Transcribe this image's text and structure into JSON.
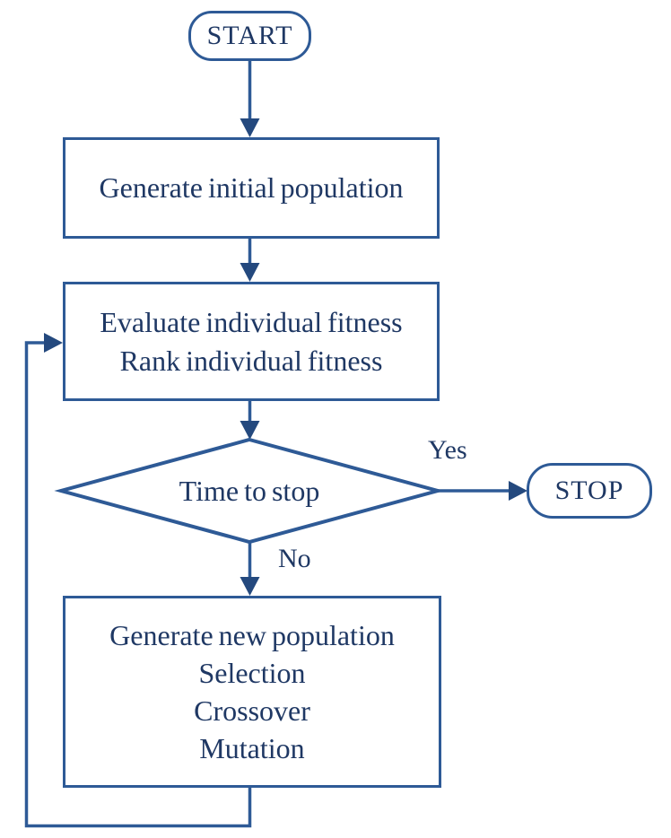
{
  "diagram": {
    "kind": "flowchart",
    "topic": "genetic-algorithm-loop",
    "colors": {
      "line": "#2e5a96",
      "arrow_fill": "#24497e",
      "text": "#1f3864",
      "background": "#ffffff"
    },
    "nodes": {
      "start": {
        "label": "START"
      },
      "generate_initial": {
        "lines": [
          "Generate initial population"
        ]
      },
      "evaluate": {
        "lines": [
          "Evaluate individual fitness",
          "Rank individual fitness"
        ]
      },
      "decision": {
        "label": "Time to stop"
      },
      "stop": {
        "label": "STOP"
      },
      "generate_new": {
        "lines": [
          "Generate new population",
          "Selection",
          "Crossover",
          "Mutation"
        ]
      }
    },
    "edge_labels": {
      "yes": "Yes",
      "no": "No"
    }
  }
}
